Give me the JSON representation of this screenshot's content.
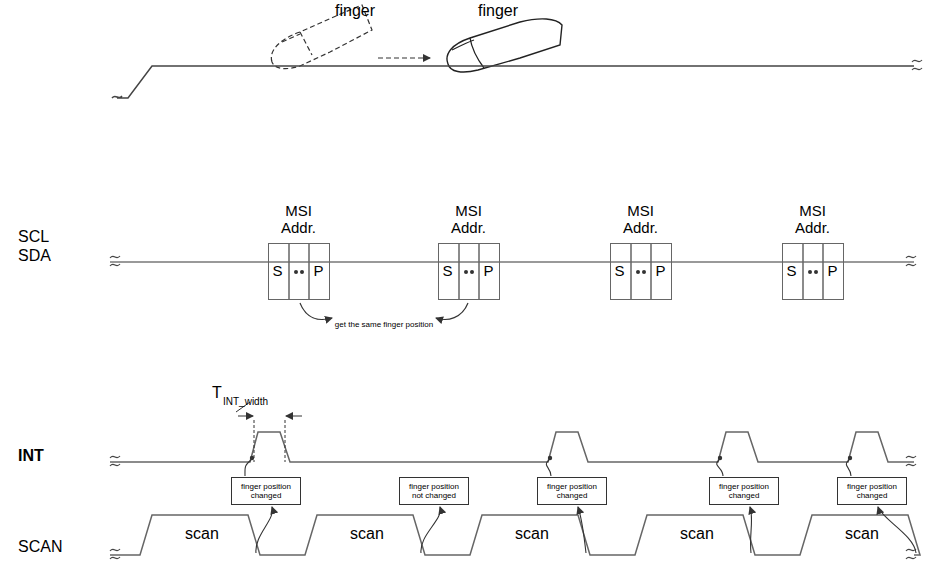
{
  "diagram": {
    "nodes": [
      {
        "text": [
          "MSI Addr.",
          "S",
          "P"
        ]
      },
      {
        "text": [
          "MSI Addr.",
          "S",
          "P"
        ]
      },
      {
        "text": [
          "MSI Addr.",
          "S",
          "P"
        ]
      },
      {
        "text": [
          "MSI Addr.",
          "S",
          "P"
        ]
      },
      {
        "text": [
          "finger position changed"
        ]
      },
      {
        "text": [
          "finger position not changed"
        ]
      },
      {
        "text": [
          "finger position changed"
        ]
      },
      {
        "text": [
          "finger position changed"
        ]
      },
      {
        "text": [
          "finger position changed"
        ]
      }
    ],
    "labels": [
      "finger",
      "finger",
      "SCL",
      "SDA",
      "T",
      "INT_width",
      "INT",
      "get the same finger position",
      "SCAN",
      "scan",
      "scan",
      "scan",
      "scan",
      "scan"
    ]
  }
}
